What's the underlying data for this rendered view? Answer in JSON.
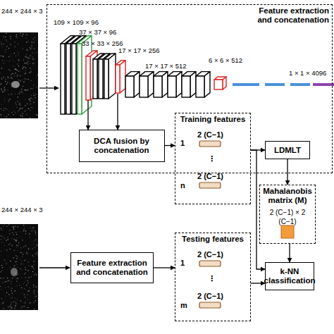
{
  "diagram": {
    "nodes": [
      {
        "text": [
          "Feature extraction and concatenation"
        ]
      },
      {
        "text": [
          "DCA fusion by concatenation"
        ],
        "in": 0
      },
      {
        "text": [
          "Training features"
        ]
      },
      {
        "text": [
          "LDMLT"
        ]
      },
      {
        "text": [
          "Mahalanobis matrix (M)",
          "2 (C−1) × 2 (C−1)"
        ]
      },
      {
        "text": [
          "Feature extraction and concatenation"
        ]
      },
      {
        "text": [
          "Testing features"
        ]
      },
      {
        "text": [
          "k-NN classification"
        ]
      }
    ],
    "edges": [
      {
        "from": 1,
        "to": 2,
        "arrow": "to"
      },
      {
        "from": 2,
        "to": 3,
        "arrow": "to"
      },
      {
        "from": 3,
        "to": 4,
        "arrow": "to"
      },
      {
        "from": 2,
        "to": 7,
        "arrow": "to"
      },
      {
        "from": 4,
        "to": 7,
        "arrow": "to"
      },
      {
        "from": 5,
        "to": 6,
        "arrow": "to"
      },
      {
        "from": 6,
        "to": 7,
        "arrow": "to"
      }
    ],
    "labels": [
      "244 × 244 × 3",
      "109 × 109 × 96",
      "37 × 37 × 96",
      "33 × 33 × 256",
      "17 × 17 × 256",
      "6 × 6 × 512",
      "17 × 17 × 512",
      "1 × 1 × 4096",
      "244 × 244 × 3",
      "2 (C−1)",
      "1",
      "⋮",
      "2 (C−1)",
      "n",
      "2 (C−1)",
      "1",
      "⋮",
      "2 (C−1)",
      "m"
    ]
  }
}
